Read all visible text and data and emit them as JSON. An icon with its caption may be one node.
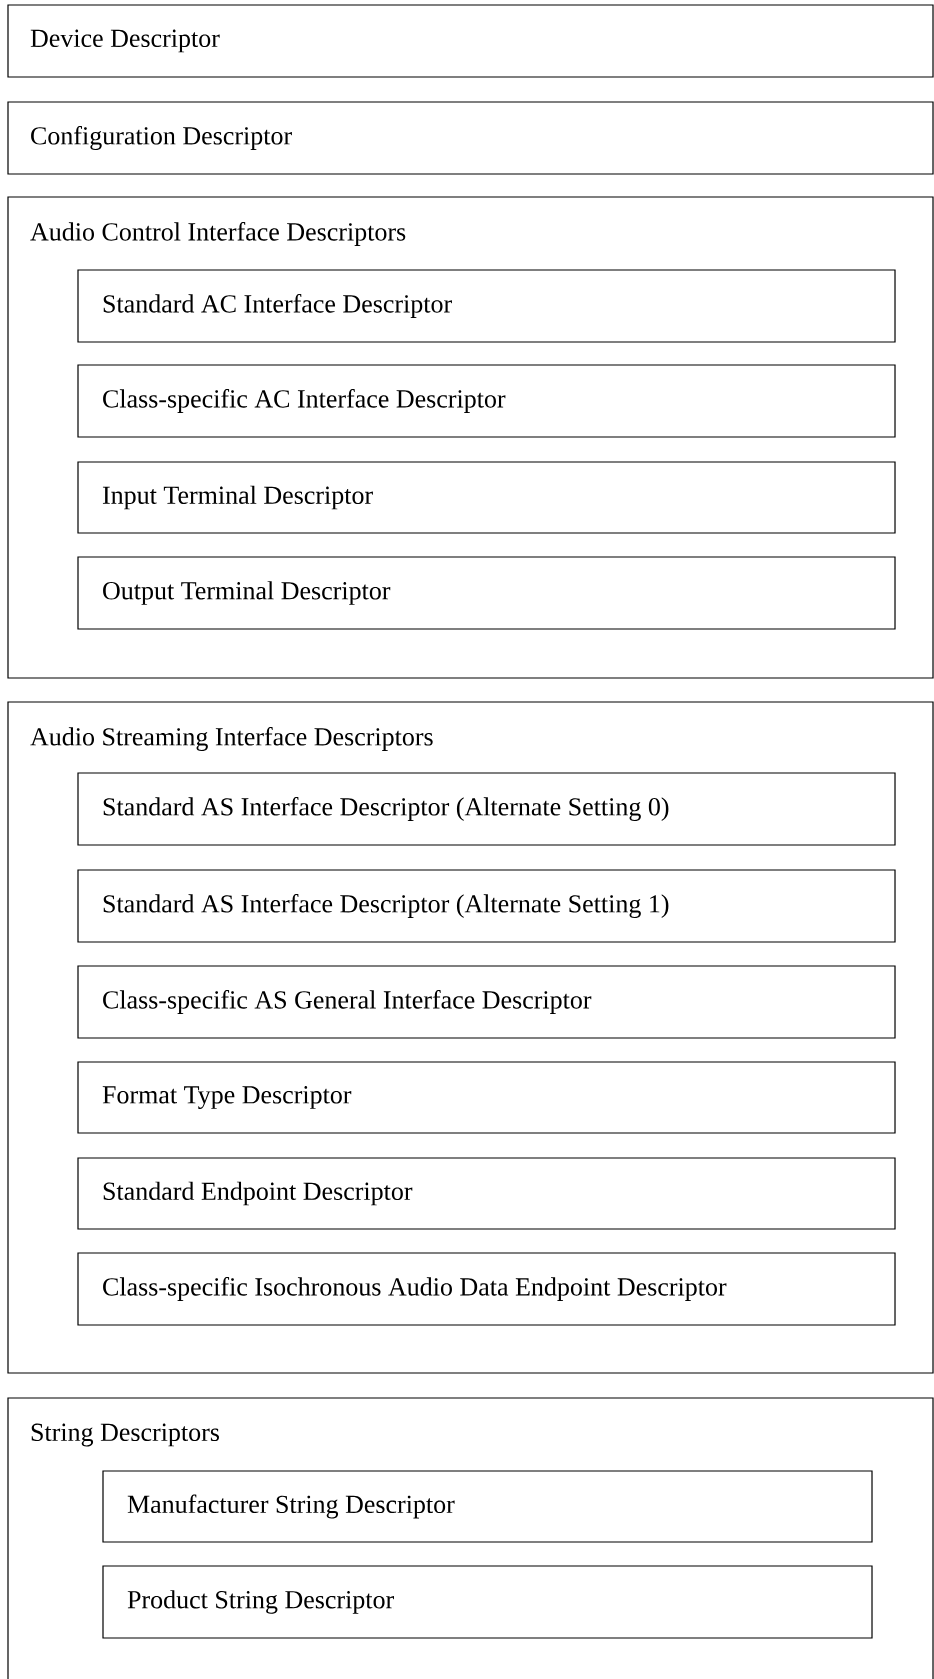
{
  "diagram": {
    "nodes": [
      {
        "text": [
          "Device Descriptor"
        ]
      },
      {
        "text": [
          "Configuration Descriptor"
        ]
      },
      {
        "text": [
          "Audio Control Interface Descriptors"
        ]
      },
      {
        "text": [
          "Standard AC Interface Descriptor"
        ],
        "in": 2
      },
      {
        "text": [
          "Class-specific AC Interface Descriptor"
        ],
        "in": 2
      },
      {
        "text": [
          "Input Terminal Descriptor"
        ],
        "in": 2
      },
      {
        "text": [
          "Output Terminal Descriptor"
        ],
        "in": 2
      },
      {
        "text": [
          "Audio Streaming Interface Descriptors"
        ]
      },
      {
        "text": [
          "Standard AS Interface Descriptor (Alternate Setting 0)"
        ],
        "in": 7
      },
      {
        "text": [
          "Standard AS Interface Descriptor (Alternate Setting 1)"
        ],
        "in": 7
      },
      {
        "text": [
          "Class-specific AS General Interface Descriptor"
        ],
        "in": 7
      },
      {
        "text": [
          "Format Type Descriptor"
        ],
        "in": 7
      },
      {
        "text": [
          "Standard Endpoint Descriptor"
        ],
        "in": 7
      },
      {
        "text": [
          "Class-specific Isochronous Audio Data Endpoint Descriptor"
        ],
        "in": 7
      },
      {
        "text": [
          "String Descriptors"
        ]
      },
      {
        "text": [
          "Manufacturer String Descriptor"
        ],
        "in": 14
      },
      {
        "text": [
          "Product String Descriptor"
        ],
        "in": 14
      }
    ]
  }
}
